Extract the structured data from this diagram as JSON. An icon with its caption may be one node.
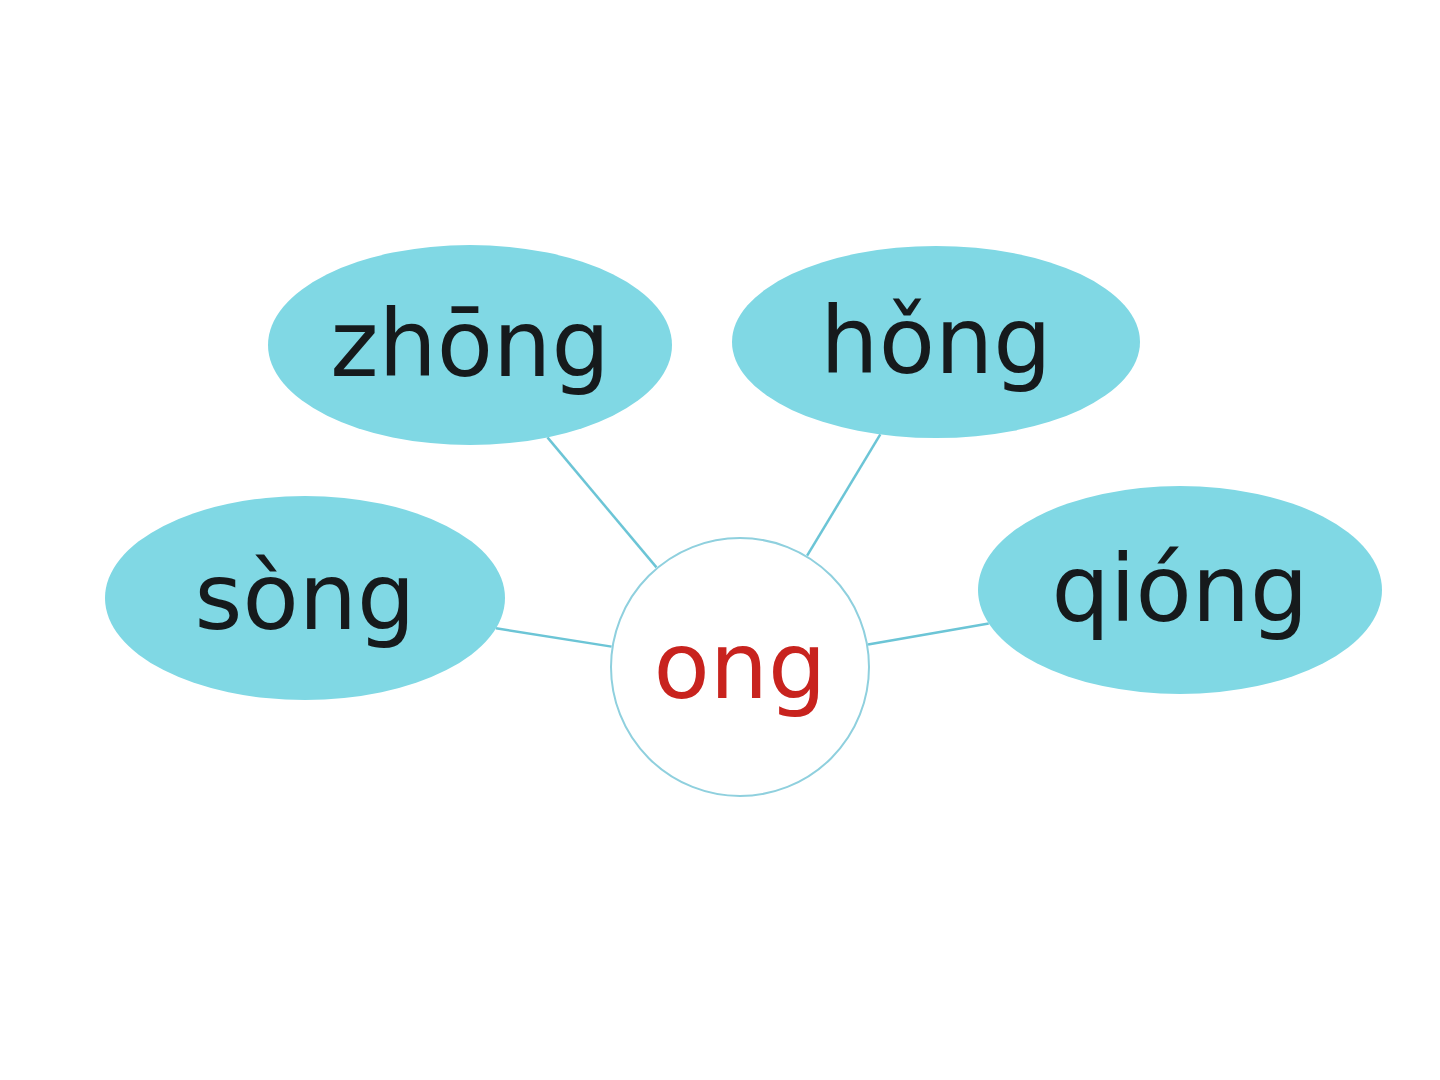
{
  "diagram": {
    "nodes": [
      {
        "text": [
          "zhōng"
        ]
      },
      {
        "text": [
          "hǒng"
        ]
      },
      {
        "text": [
          "sòng"
        ]
      },
      {
        "text": [
          "ong"
        ]
      },
      {
        "text": [
          "qióng"
        ]
      }
    ],
    "edges": [
      {
        "from": 3,
        "to": 0,
        "arrow": "none"
      },
      {
        "from": 3,
        "to": 1,
        "arrow": "none"
      },
      {
        "from": 3,
        "to": 2,
        "arrow": "none"
      },
      {
        "from": 3,
        "to": 4,
        "arrow": "none"
      }
    ]
  }
}
